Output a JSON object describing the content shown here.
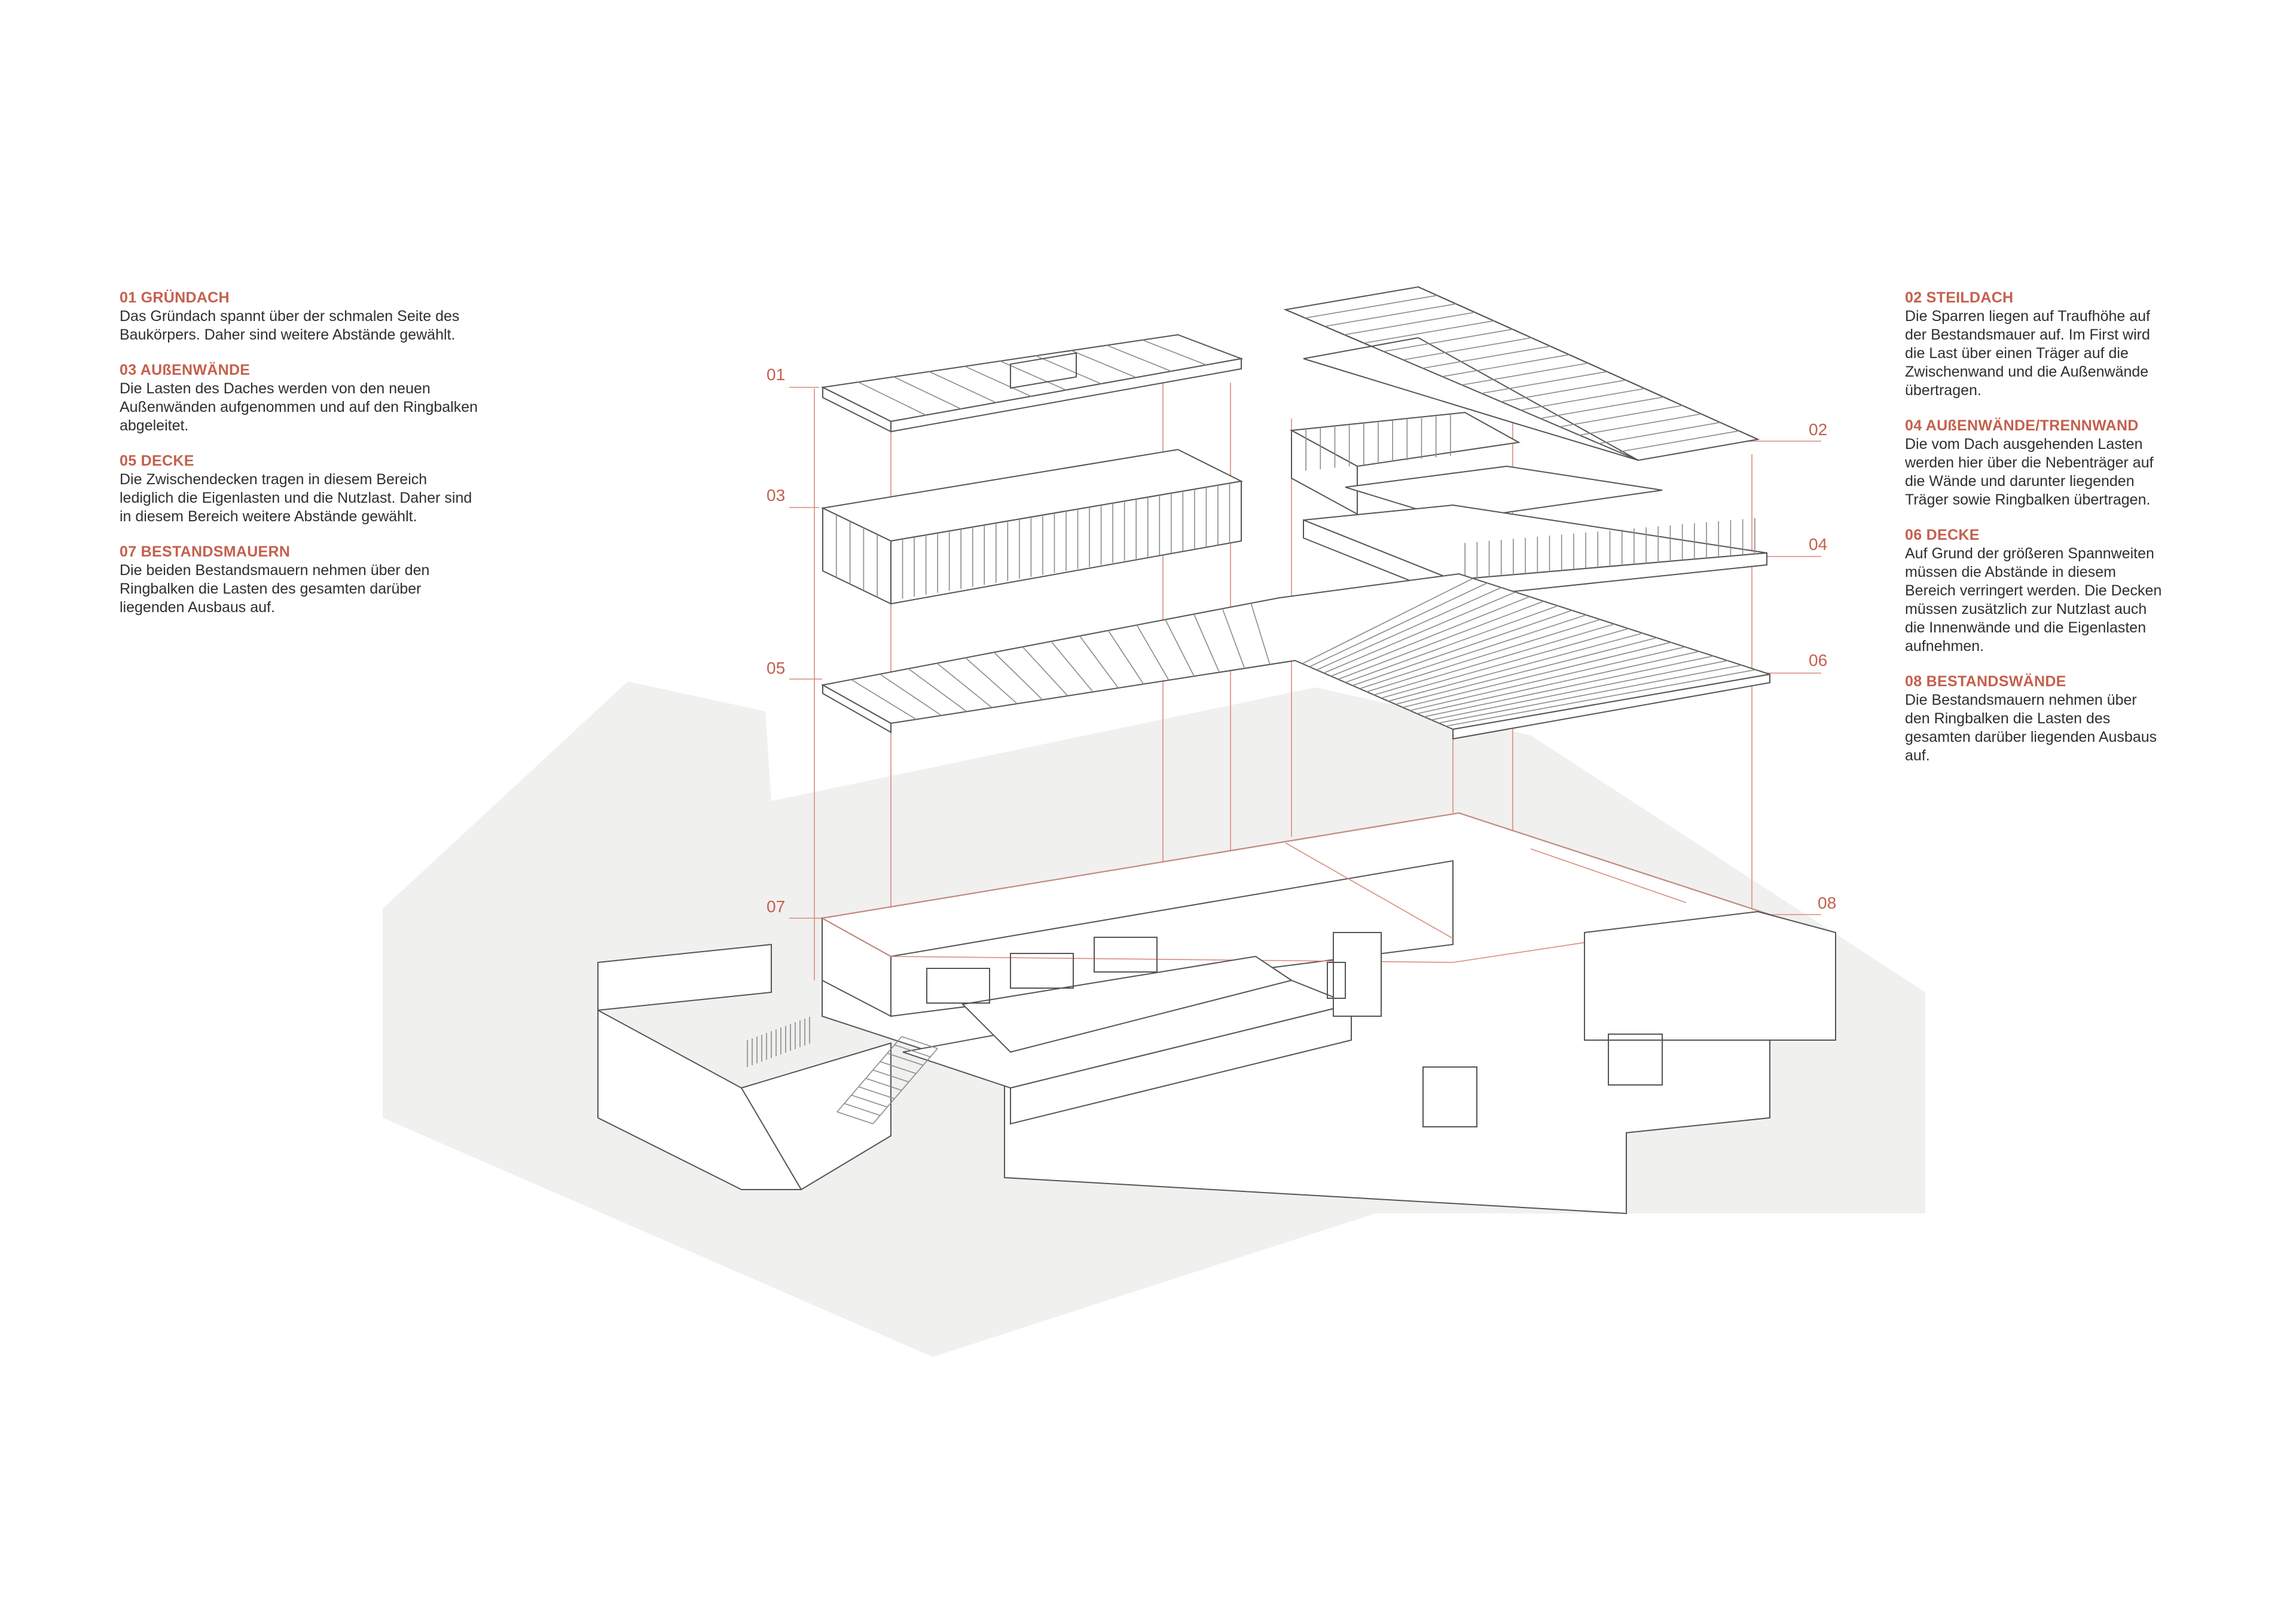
{
  "legend_left": [
    {
      "id": "01",
      "heading": "01 GRÜNDACH",
      "body": "Das Gründach spannt über der schmalen Seite des\nBaukörpers. Daher sind weitere Abstände gewählt."
    },
    {
      "id": "03",
      "heading": "03 AUßENWÄNDE",
      "body": "Die Lasten des Daches werden von den neuen\nAußenwänden aufgenommen und auf den Ringbalken\nabgeleitet."
    },
    {
      "id": "05",
      "heading": "05 DECKE",
      "body": "Die Zwischendecken tragen in diesem Bereich\nlediglich die Eigenlasten und die Nutzlast. Daher sind\nin diesem Bereich weitere Abstände gewählt."
    },
    {
      "id": "07",
      "heading": "07 BESTANDSMAUERN",
      "body": "Die beiden Bestandsmauern nehmen über den\nRingbalken die Lasten des gesamten darüber\nliegenden Ausbaus auf."
    }
  ],
  "legend_right": [
    {
      "id": "02",
      "heading": "02 STEILDACH",
      "body": "Die Sparren liegen auf Traufhöhe auf\nder Bestandsmauer auf. Im First wird\ndie Last über einen Träger auf die\nZwischenwand und die Außenwände\nübertragen."
    },
    {
      "id": "04",
      "heading": "04 AUßENWÄNDE/TRENNWAND",
      "body": "Die vom Dach ausgehenden Lasten\nwerden hier über die Nebenträger auf\ndie Wände und darunter liegenden\nTräger sowie Ringbalken übertragen."
    },
    {
      "id": "06",
      "heading": "06 DECKE",
      "body": "Auf Grund der größeren Spannweiten\nmüssen die Abstände in diesem\nBereich verringert werden. Die Decken\nmüssen zusätzlich zur Nutzlast auch\ndie Innenwände und die Eigenlasten\naufnehmen."
    },
    {
      "id": "08",
      "heading": "08 BESTANDSWÄNDE",
      "body": "Die Bestandsmauern nehmen über\nden Ringbalken die Lasten des\ngesamten darüber liegenden Ausbaus\nauf."
    }
  ],
  "callouts": {
    "c01": "01",
    "c02": "02",
    "c03": "03",
    "c04": "04",
    "c05": "05",
    "c06": "06",
    "c07": "07",
    "c08": "08"
  },
  "colors": {
    "accent": "#c4604d",
    "callout_line": "#d98c7f",
    "ground_shadow": "#f0f0ef",
    "line": "#555555"
  }
}
